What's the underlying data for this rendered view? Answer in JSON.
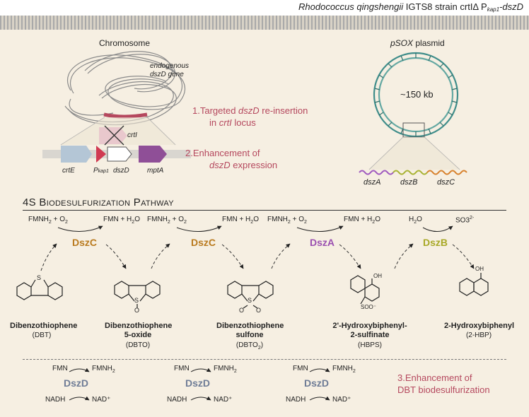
{
  "header": {
    "species": "Rhodococcus qingshengii",
    "strain_text": "IGTS8 strain crtIΔ P",
    "subscript": "kap1",
    "suffix": "-dszD"
  },
  "chromosome": {
    "title": "Chromosome",
    "endogenous_label_1": "endogenous",
    "endogenous_label_2": "dszD gene",
    "genes": {
      "crtE": "crtE",
      "p_kap1": "P",
      "p_kap1_sub": "kap1",
      "dszD": "dszD",
      "mptA": "mptA",
      "crtI": "crtI"
    }
  },
  "steps": {
    "step1_line1_a": "1.Targeted ",
    "step1_line1_b": "dszD",
    "step1_line1_c": " re-insertion",
    "step1_line2_a": "in ",
    "step1_line2_b": "crtI",
    "step1_line2_c": " locus",
    "step2_line1": "2.Enhancement of",
    "step2_line2_a": "dszD",
    "step2_line2_b": " expression",
    "step3_line1": "3.Enhancement of",
    "step3_line2": "DBT biodesulfurization"
  },
  "plasmid": {
    "title_italic": "pSOX",
    "title_rest": " plasmid",
    "size": "~150 kb",
    "genes": [
      "dszA",
      "dszB",
      "dszC"
    ]
  },
  "pathway": {
    "title_prefix": "4S ",
    "title_rest": "Biodesulfurization Pathway",
    "cofactors": {
      "fmnh2_o2": "FMNH",
      "fmn_h2o": "FMN + H",
      "h2o": "H",
      "so3": "SO3"
    },
    "enzymes": [
      {
        "name": "DszC",
        "color": "#b97a1e"
      },
      {
        "name": "DszC",
        "color": "#b97a1e"
      },
      {
        "name": "DszA",
        "color": "#9a4fb0"
      },
      {
        "name": "DszB",
        "color": "#a8a826"
      }
    ],
    "compounds": [
      {
        "name": "Dibenzothiophene",
        "name2": "",
        "abbr": "(DBT)"
      },
      {
        "name": "Dibenzothiophene",
        "name2": "5-oxide",
        "abbr": "(DBTO)"
      },
      {
        "name": "Dibenzothiophene",
        "name2": "sulfone",
        "abbr": "(DBTO"
      },
      {
        "name": "2'-Hydroxybiphenyl-",
        "name2": "2-sulfinate",
        "abbr": "(HBPS)"
      },
      {
        "name": "2-Hydroxybiphenyl",
        "name2": "",
        "abbr": "(2-HBP)"
      }
    ],
    "atoms": {
      "S": "S",
      "O": "O",
      "OH": "OH",
      "SOO": "SOO⁻"
    }
  },
  "dszd": {
    "enzyme": "DszD",
    "color": "#6e7c96",
    "fmn": "FMN",
    "fmnh2": "FMNH",
    "nadh": "NADH",
    "nad": "NAD⁺"
  }
}
